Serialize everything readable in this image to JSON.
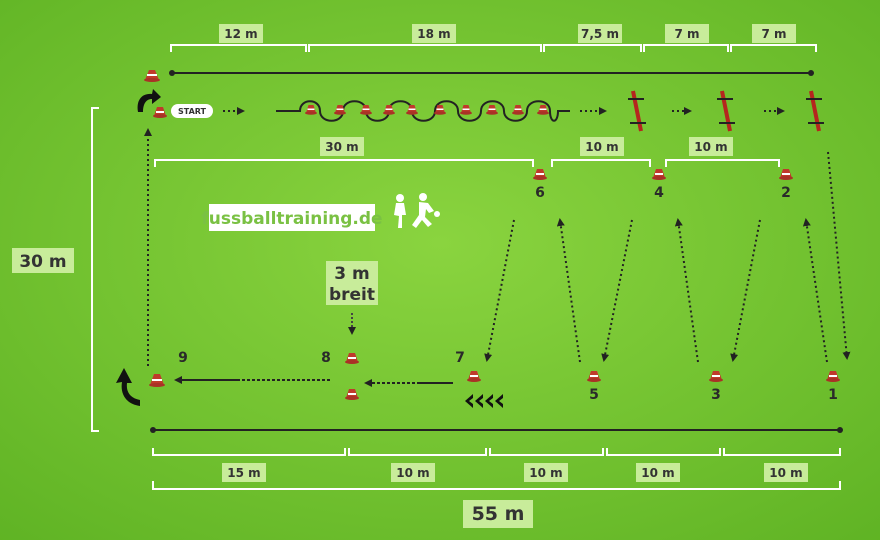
{
  "top_dims": [
    "12 m",
    "18 m",
    "7,5 m",
    "7 m",
    "7 m"
  ],
  "mid_dims": [
    "30 m",
    "10 m",
    "10 m"
  ],
  "bottom_dims": [
    "15 m",
    "10 m",
    "10 m",
    "10 m",
    "10 m"
  ],
  "height_label": "30 m",
  "width_label": "55 m",
  "start_label": "START",
  "brand": "fussballtraining.de",
  "width_note": {
    "line1": "3 m",
    "line2": "breit"
  },
  "station_numbers": [
    "1",
    "2",
    "3",
    "4",
    "5",
    "6",
    "7",
    "8",
    "9"
  ],
  "colors": {
    "grass": "#6fc22d",
    "grass_light": "#8ad43f",
    "line": "#ffffff",
    "cone": "#c0392b",
    "hurdle": "#b5261e",
    "label_box": "#c8ec9a",
    "brand_green": "#7ac143"
  }
}
